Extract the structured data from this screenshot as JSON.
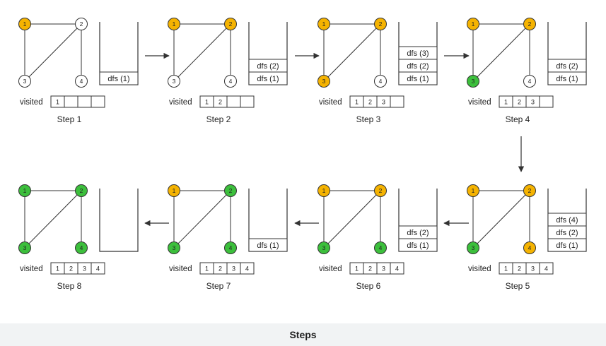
{
  "caption": "Steps",
  "visited_label": "visited",
  "colors": {
    "unvisited": "#ffffff",
    "active": "#f5b301",
    "done": "#3cbf3c",
    "stroke": "#333333",
    "caption_bg": "#f1f3f4"
  },
  "graph": {
    "nodes": [
      "1",
      "2",
      "3",
      "4"
    ],
    "edges": [
      [
        "1",
        "2"
      ],
      [
        "1",
        "3"
      ],
      [
        "2",
        "3"
      ],
      [
        "2",
        "4"
      ]
    ]
  },
  "steps": [
    {
      "label": "Step 1",
      "node_states": {
        "1": "active",
        "2": "unvisited",
        "3": "unvisited",
        "4": "unvisited"
      },
      "stack": [
        "dfs (1)"
      ],
      "visited": [
        "1"
      ]
    },
    {
      "label": "Step 2",
      "node_states": {
        "1": "active",
        "2": "active",
        "3": "unvisited",
        "4": "unvisited"
      },
      "stack": [
        "dfs (2)",
        "dfs (1)"
      ],
      "visited": [
        "1",
        "2"
      ]
    },
    {
      "label": "Step 3",
      "node_states": {
        "1": "active",
        "2": "active",
        "3": "active",
        "4": "unvisited"
      },
      "stack": [
        "dfs (3)",
        "dfs (2)",
        "dfs (1)"
      ],
      "visited": [
        "1",
        "2",
        "3"
      ]
    },
    {
      "label": "Step 4",
      "node_states": {
        "1": "active",
        "2": "active",
        "3": "done",
        "4": "unvisited"
      },
      "stack": [
        "dfs (2)",
        "dfs (1)"
      ],
      "visited": [
        "1",
        "2",
        "3"
      ]
    },
    {
      "label": "Step 5",
      "node_states": {
        "1": "active",
        "2": "active",
        "3": "done",
        "4": "active"
      },
      "stack": [
        "dfs (4)",
        "dfs (2)",
        "dfs (1)"
      ],
      "visited": [
        "1",
        "2",
        "3",
        "4"
      ]
    },
    {
      "label": "Step 6",
      "node_states": {
        "1": "active",
        "2": "active",
        "3": "done",
        "4": "done"
      },
      "stack": [
        "dfs (2)",
        "dfs (1)"
      ],
      "visited": [
        "1",
        "2",
        "3",
        "4"
      ]
    },
    {
      "label": "Step 7",
      "node_states": {
        "1": "active",
        "2": "done",
        "3": "done",
        "4": "done"
      },
      "stack": [
        "dfs (1)"
      ],
      "visited": [
        "1",
        "2",
        "3",
        "4"
      ]
    },
    {
      "label": "Step 8",
      "node_states": {
        "1": "done",
        "2": "done",
        "3": "done",
        "4": "done"
      },
      "stack": [],
      "visited": [
        "1",
        "2",
        "3",
        "4"
      ]
    }
  ]
}
